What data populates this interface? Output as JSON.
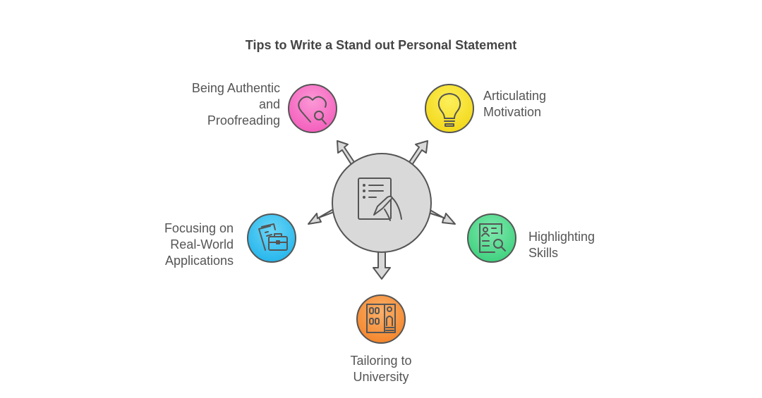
{
  "title": "Tips to Write a Stand out Personal Statement",
  "center": {
    "icon": "document-writing-icon",
    "fill": "#d9d9d9"
  },
  "nodes": [
    {
      "id": "authentic",
      "lines": [
        "Being Authentic",
        "and",
        "Proofreading"
      ],
      "icon": "heart-search-icon",
      "color": "#f772c4"
    },
    {
      "id": "motivation",
      "lines": [
        "Articulating",
        "Motivation"
      ],
      "icon": "lightbulb-icon",
      "color": "#f5de26"
    },
    {
      "id": "realworld",
      "lines": [
        "Focusing on",
        "Real-World",
        "Applications"
      ],
      "icon": "briefcase-documents-icon",
      "color": "#35c2f0"
    },
    {
      "id": "skills",
      "lines": [
        "Highlighting",
        "Skills"
      ],
      "icon": "resume-search-icon",
      "color": "#4fdc8c"
    },
    {
      "id": "university",
      "lines": [
        "Tailoring to",
        "University"
      ],
      "icon": "building-icon",
      "color": "#f7953f"
    }
  ]
}
